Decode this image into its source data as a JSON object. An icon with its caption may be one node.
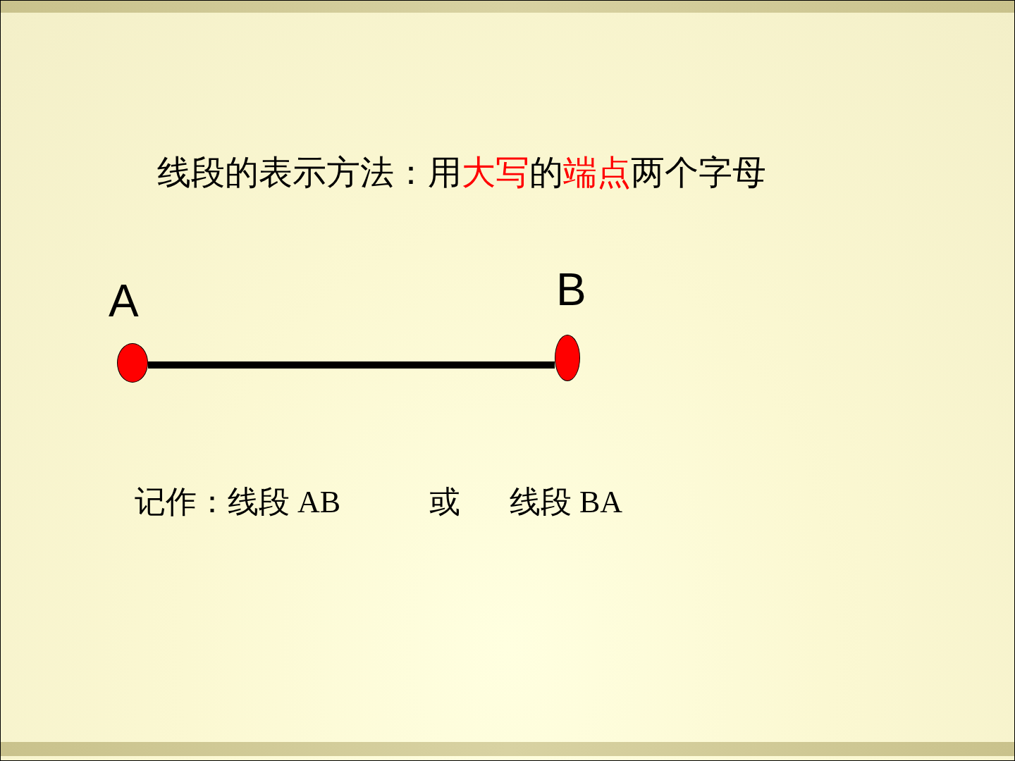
{
  "diagram": {
    "title": "线段的表示方法：用**大写**的**端点**两个字母",
    "nodes": [
      {
        "text": [],
        "shape": "circle",
        "beside": [
          "A"
        ]
      },
      {
        "text": [],
        "shape": "circle",
        "beside": [
          "B"
        ]
      }
    ],
    "edges": [
      {
        "from": 0,
        "to": 1,
        "arrow": "none"
      }
    ],
    "labels": [
      "记作：线段 AB",
      "或",
      "线段 BA"
    ]
  }
}
